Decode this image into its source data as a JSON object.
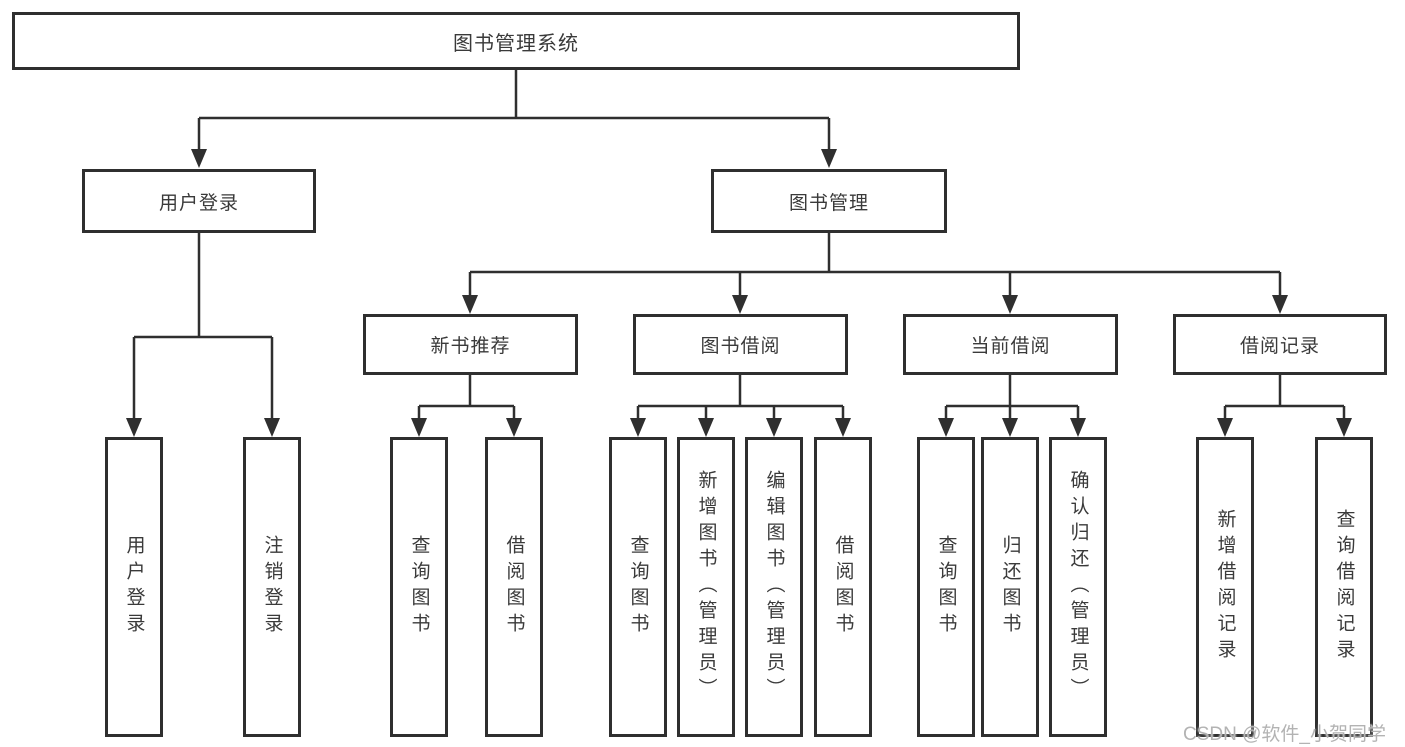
{
  "watermark": "CSDN @软件_小贺同学",
  "colors": {
    "line": "#2f2f2f",
    "box_border": "#2f2f2f",
    "text": "#3a3a3a",
    "watermark": "#b3b3b3",
    "background": "#ffffff"
  },
  "tree": {
    "label": "图书管理系统",
    "children": [
      {
        "label": "用户登录",
        "children": [
          {
            "label": "用户登录"
          },
          {
            "label": "注销登录"
          }
        ]
      },
      {
        "label": "图书管理",
        "children": [
          {
            "label": "新书推荐",
            "children": [
              {
                "label": "查询图书"
              },
              {
                "label": "借阅图书"
              }
            ]
          },
          {
            "label": "图书借阅",
            "children": [
              {
                "label": "查询图书"
              },
              {
                "label": "新增图书（管理员）"
              },
              {
                "label": "编辑图书（管理员）"
              },
              {
                "label": "借阅图书"
              }
            ]
          },
          {
            "label": "当前借阅",
            "children": [
              {
                "label": "查询图书"
              },
              {
                "label": "归还图书"
              },
              {
                "label": "确认归还（管理员）"
              }
            ]
          },
          {
            "label": "借阅记录",
            "children": [
              {
                "label": "新增借阅记录"
              },
              {
                "label": "查询借阅记录"
              }
            ]
          }
        ]
      }
    ]
  }
}
